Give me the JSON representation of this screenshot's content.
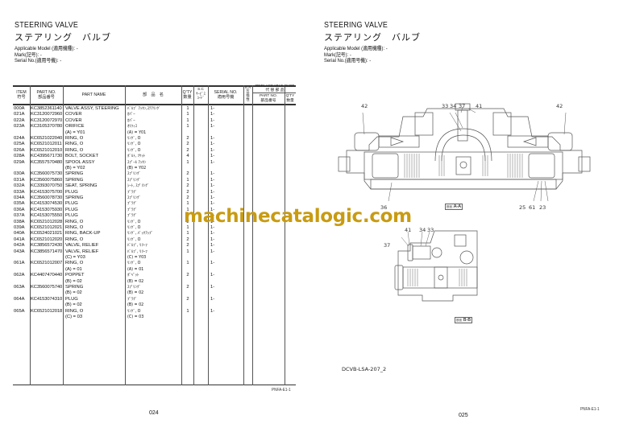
{
  "left_page": {
    "title_en": "STEERING VALVE",
    "title_jp": "ステアリング　バルブ",
    "meta": {
      "applicable_model": "Applicable Model (適用機種): -",
      "mark": "Mark(記号): -",
      "serial_no": "Serial No.(適用号機): -"
    },
    "table_headers": {
      "item": "ITEM\n符号",
      "part_no": "PART NO.\n部品番号",
      "part_name": "PART NAME",
      "part_name_jp": "部　品　名",
      "qty": "Q'TY\n数量",
      "sc": "S.C\nｻｰﾋﾞｽ\nｺｰﾄﾞ",
      "serial": "SERIAL NO.\n適用号機",
      "ica": "ICA\n互\n換\n性",
      "replaceable": "REPLACEABLE PART\n代 替 部 品",
      "repl_part_no": "PART NO.\n部品番号",
      "repl_qty": "Q'TY\n数量"
    },
    "rows": [
      {
        "item": "000A",
        "part_no": "KC3852361140",
        "name": "VALVE ASSY, STEERING",
        "name_jp": "ﾊﾞﾙﾌﾞ ｱｯｾﾝ,ｽﾃｱﾘﾝｸﾞ",
        "qty": "1",
        "serial": "1-"
      },
      {
        "item": "021A",
        "part_no": "KC3120072960",
        "name": "COVER",
        "name_jp": "ｶﾊﾞｰ",
        "qty": "1",
        "serial": "1-"
      },
      {
        "item": "022A",
        "part_no": "KC3120072970",
        "name": "COVER",
        "name_jp": "ｶﾊﾞｰ",
        "qty": "1",
        "serial": "1-"
      },
      {
        "item": "023A",
        "part_no": "KC3105370780",
        "name": "ORIFICE",
        "name_jp": "ｵﾘﾌｨｽ",
        "qty": "1",
        "serial": "1-"
      },
      {
        "item": "",
        "part_no": "",
        "name": "(A) = Y01",
        "name_jp": "(A) = Y01",
        "qty": "",
        "serial": ""
      },
      {
        "item": "024A",
        "part_no": "KC6521022040",
        "name": "RING, O",
        "name_jp": "ﾘﾝｸﾞ, O",
        "qty": "2",
        "serial": "1-"
      },
      {
        "item": "025A",
        "part_no": "KC6521012011",
        "name": "RING, O",
        "name_jp": "ﾘﾝｸﾞ, O",
        "qty": "2",
        "serial": "1-"
      },
      {
        "item": "026A",
        "part_no": "KC6521012010",
        "name": "RING, O",
        "name_jp": "ﾘﾝｸﾞ, O",
        "qty": "2",
        "serial": "1-"
      },
      {
        "item": "028A",
        "part_no": "KC4395671730",
        "name": "BOLT, SOCKET",
        "name_jp": "ﾎﾞﾙﾄ, ｿｹｯﾄ",
        "qty": "4",
        "serial": "1-"
      },
      {
        "item": "029A",
        "part_no": "KC3557570480",
        "name": "SPOOL ASSY",
        "name_jp": "ｽﾌﾟｰﾙ ｱｯｾﾝ",
        "qty": "1",
        "serial": "1-"
      },
      {
        "item": "",
        "part_no": "",
        "name": "(B) = Y02",
        "name_jp": "(B) = Y02",
        "qty": "",
        "serial": ""
      },
      {
        "item": "030A",
        "part_no": "KC3560075730",
        "name": "SPRING",
        "name_jp": "ｽﾌﾟﾘﾝｸﾞ",
        "qty": "2",
        "serial": "1-"
      },
      {
        "item": "031A",
        "part_no": "KC3560075860",
        "name": "SPRING",
        "name_jp": "ｽﾌﾟﾘﾝｸﾞ",
        "qty": "1",
        "serial": "1-"
      },
      {
        "item": "032A",
        "part_no": "KC3393070750",
        "name": "SEAT, SPRING",
        "name_jp": "ｼｰﾄ, ｽﾌﾟﾘﾝｸﾞ",
        "qty": "2",
        "serial": "1-"
      },
      {
        "item": "033A",
        "part_no": "KC4153075700",
        "name": "PLUG",
        "name_jp": "ﾌﾟﾗｸﾞ",
        "qty": "2",
        "serial": "1-"
      },
      {
        "item": "034A",
        "part_no": "KC3560078730",
        "name": "SPRING",
        "name_jp": "ｽﾌﾟﾘﾝｸﾞ",
        "qty": "2",
        "serial": "1-"
      },
      {
        "item": "035A",
        "part_no": "KC4153074530",
        "name": "PLUG",
        "name_jp": "ﾌﾟﾗｸﾞ",
        "qty": "1",
        "serial": "1-"
      },
      {
        "item": "036A",
        "part_no": "KC4153075930",
        "name": "PLUG",
        "name_jp": "ﾌﾟﾗｸﾞ",
        "qty": "1",
        "serial": "1-"
      },
      {
        "item": "037A",
        "part_no": "KC4153075550",
        "name": "PLUG",
        "name_jp": "ﾌﾟﾗｸﾞ",
        "qty": "2",
        "serial": "1-"
      },
      {
        "item": "038A",
        "part_no": "KC6521012028",
        "name": "RING, O",
        "name_jp": "ﾘﾝｸﾞ, O",
        "qty": "2",
        "serial": "1-"
      },
      {
        "item": "039A",
        "part_no": "KC6521012021",
        "name": "RING, O",
        "name_jp": "ﾘﾝｸﾞ, O",
        "qty": "1",
        "serial": "1-"
      },
      {
        "item": "040A",
        "part_no": "KC6524021021",
        "name": "RING, BACK-UP",
        "name_jp": "ﾘﾝｸﾞ, ﾊﾞｯｸｱｯﾌﾟ",
        "qty": "1",
        "serial": "1-"
      },
      {
        "item": "041A",
        "part_no": "KC6521012020",
        "name": "RING, O",
        "name_jp": "ﾘﾝｸﾞ, O",
        "qty": "2",
        "serial": "1-"
      },
      {
        "item": "042A",
        "part_no": "KC3856572430",
        "name": "VALVE, RELIEF",
        "name_jp": "ﾊﾞﾙﾌﾞ, ﾘﾘｰﾌ",
        "qty": "2",
        "serial": "1-"
      },
      {
        "item": "043A",
        "part_no": "KC3856571470",
        "name": "VALVE, RELIEF",
        "name_jp": "ﾊﾞﾙﾌﾞ, ﾘﾘｰﾌ",
        "qty": "1",
        "serial": "1-"
      },
      {
        "item": "",
        "part_no": "",
        "name": "(C) = Y03",
        "name_jp": "(C) = Y03",
        "qty": "",
        "serial": ""
      },
      {
        "item": "061A",
        "part_no": "KC6521012007",
        "name": "RING, O",
        "name_jp": "ﾘﾝｸﾞ, O",
        "qty": "1",
        "serial": "1-"
      },
      {
        "item": "",
        "part_no": "",
        "name": "(A) = 01",
        "name_jp": "(A) = 01",
        "qty": "",
        "serial": ""
      },
      {
        "item": "062A",
        "part_no": "KC4407470440",
        "name": "POPPET",
        "name_jp": "ﾎﾟﾍﾟｯﾄ",
        "qty": "2",
        "serial": "1-"
      },
      {
        "item": "",
        "part_no": "",
        "name": "(B) = 02",
        "name_jp": "(B) = 02",
        "qty": "",
        "serial": ""
      },
      {
        "item": "063A",
        "part_no": "KC3560075740",
        "name": "SPRING",
        "name_jp": "ｽﾌﾟﾘﾝｸﾞ",
        "qty": "2",
        "serial": "1-"
      },
      {
        "item": "",
        "part_no": "",
        "name": "(B) = 02",
        "name_jp": "(B) = 02",
        "qty": "",
        "serial": ""
      },
      {
        "item": "064A",
        "part_no": "KC4153074310",
        "name": "PLUG",
        "name_jp": "ﾌﾟﾗｸﾞ",
        "qty": "2",
        "serial": "1-"
      },
      {
        "item": "",
        "part_no": "",
        "name": "(B) = 02",
        "name_jp": "(B) = 02",
        "qty": "",
        "serial": ""
      },
      {
        "item": "065A",
        "part_no": "KC6521012018",
        "name": "RING, O",
        "name_jp": "ﾘﾝｸﾞ, O",
        "qty": "1",
        "serial": "1-"
      },
      {
        "item": "",
        "part_no": "",
        "name": "(C) = 03",
        "name_jp": "(C) = 03",
        "qty": "",
        "serial": ""
      }
    ],
    "footer_code": "PNFA-E1-1",
    "page_number": "024"
  },
  "right_page": {
    "title_en": "STEERING VALVE",
    "title_jp": "ステアリング　バルブ",
    "meta": {
      "applicable_model": "Applicable Model (適用機種): -",
      "mark": "Mark(記号): -",
      "serial_no": "Serial No.(適用号機): -"
    },
    "drawing": {
      "section_aa_labels": [
        "42",
        "33",
        "34",
        "37",
        "41",
        "42",
        "36",
        "25",
        "61",
        "23"
      ],
      "section_aa_tag": "A-A",
      "section_bb_labels": [
        "41",
        "34",
        "33",
        "37"
      ],
      "section_bb_tag": "B-B",
      "section_tag_small": "断面\nSECTION",
      "drawing_code": "DCVB-LSA-207_2"
    },
    "footer_code": "PNFA-E1-1",
    "page_number": "025"
  },
  "watermark": "machinecatalogic.com",
  "colors": {
    "watermark": "#c89b12",
    "ink": "#111111",
    "rule": "#333333"
  }
}
